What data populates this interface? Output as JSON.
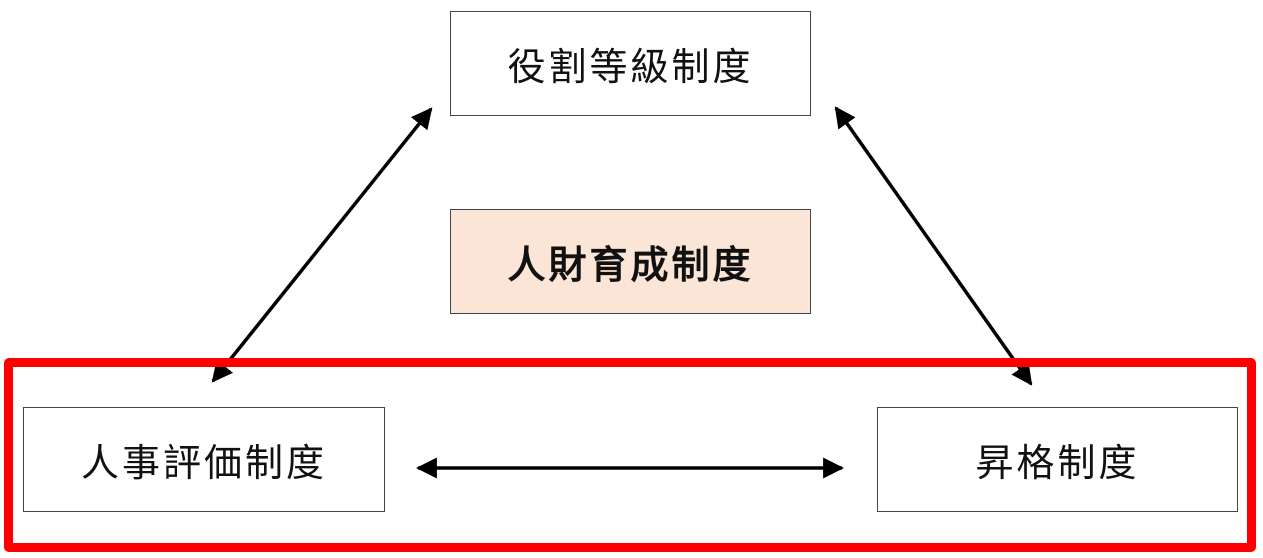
{
  "boxes": {
    "top": "役割等級制度",
    "center": "人財育成制度",
    "left": "人事評価制度",
    "right": "昇格制度"
  },
  "colors": {
    "center_fill": "#FBE5D6",
    "highlight": "#FF0000",
    "arrow": "#000000"
  }
}
